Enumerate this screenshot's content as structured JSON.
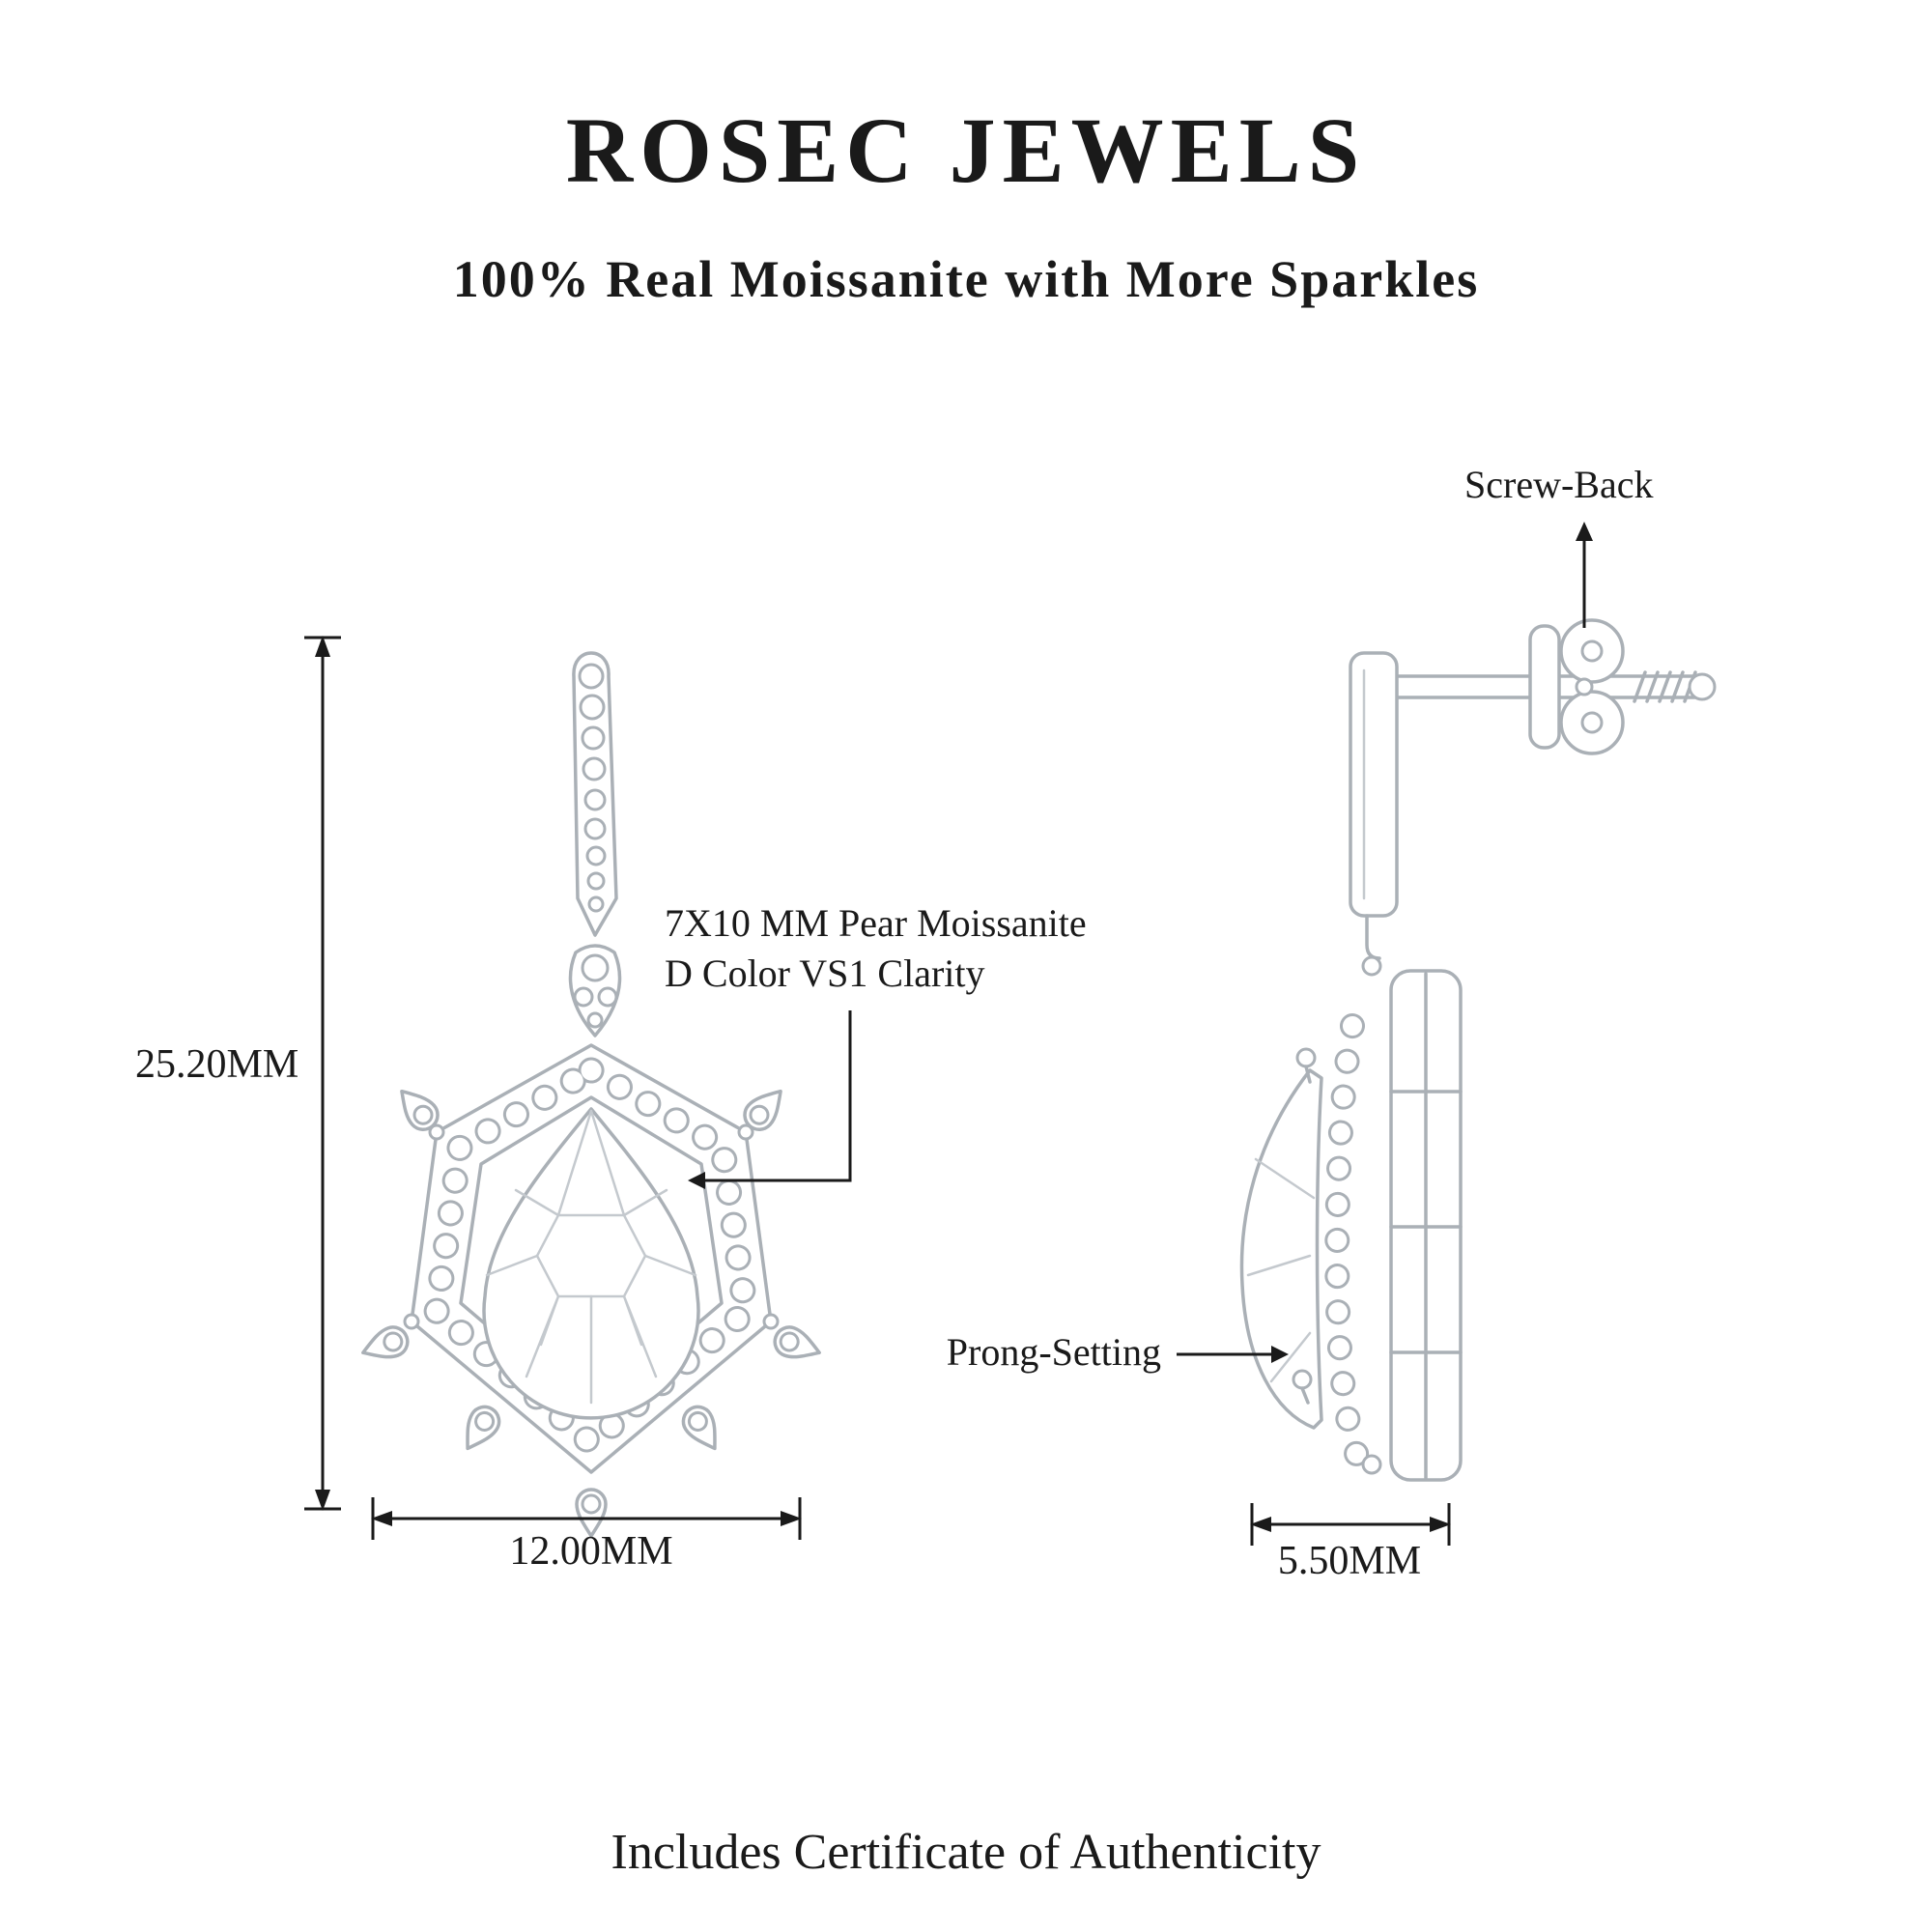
{
  "header": {
    "brand": "ROSEC JEWELS",
    "tagline": "100% Real Moissanite with More Sparkles"
  },
  "annotations": {
    "screw_back": "Screw-Back",
    "stone_line1": "7X10 MM Pear Moissanite",
    "stone_line2": "D Color VS1 Clarity",
    "prong_setting": "Prong-Setting"
  },
  "dimensions": {
    "height": "25.20MM",
    "width": "12.00MM",
    "depth": "5.50MM"
  },
  "footer": {
    "note": "Includes Certificate of Authenticity"
  },
  "colors": {
    "line_art": "#aab0b6",
    "text": "#1a1a1a",
    "background": "#ffffff"
  }
}
